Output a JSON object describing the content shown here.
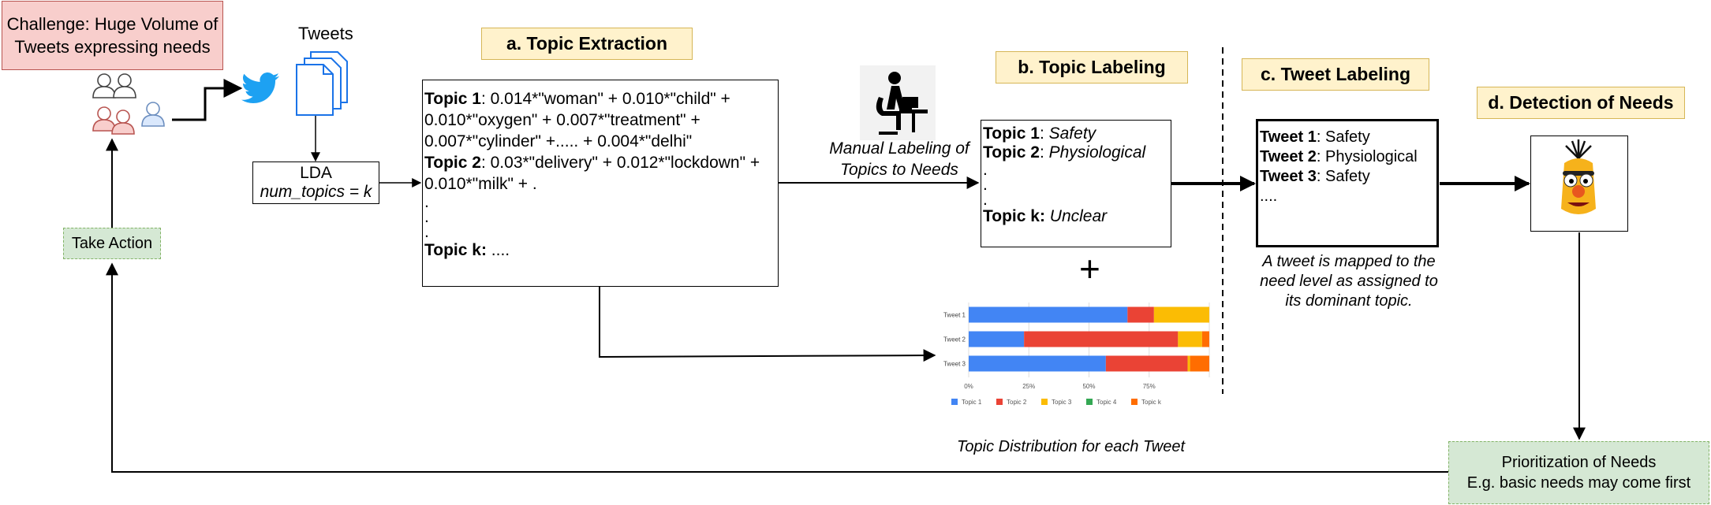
{
  "challenge": {
    "line1": "Challenge: Huge Volume of",
    "line2": "Tweets expressing needs"
  },
  "tweets_label": "Tweets",
  "lda": {
    "title": "LDA",
    "param": "num_topics = k"
  },
  "take_action": "Take Action",
  "stages": {
    "a": "a. Topic Extraction",
    "b": "b. Topic Labeling",
    "c": "c. Tweet Labeling",
    "d": "d. Detection of Needs"
  },
  "topic_extraction": {
    "lines": [
      {
        "bold": "Topic 1",
        "text": ":  0.014*\"woman\" + 0.010*\"child\" +"
      },
      {
        "bold": "",
        "text": "0.010*\"oxygen\" + 0.007*\"treatment\" +"
      },
      {
        "bold": "",
        "text": "0.007*\"cylinder\" +..... + 0.004*\"delhi\""
      },
      {
        "bold": "Topic 2",
        "text": ": 0.03*\"delivery\" + 0.012*\"lockdown\" +"
      },
      {
        "bold": "",
        "text": "0.010*\"milk\" + ."
      },
      {
        "bold": "",
        "text": "."
      },
      {
        "bold": "",
        "text": "."
      },
      {
        "bold": "",
        "text": "."
      },
      {
        "bold": "Topic k:",
        "text": " ...."
      }
    ]
  },
  "manual_labeling": {
    "line1": "Manual Labeling of",
    "line2": "Topics to Needs"
  },
  "topic_labeling": {
    "t1_label": "Topic 1",
    "t1_sep": ": ",
    "t1_value": "Safety",
    "t2_label": "Topic 2",
    "t2_sep": ":  ",
    "t2_value": "Physiological",
    "dots": [
      ".",
      ".",
      "."
    ],
    "tk_label": "Topic k:",
    "tk_value": " Unclear"
  },
  "plus": "+",
  "tweet_labeling": {
    "rows": [
      {
        "label": "Tweet 1",
        "value": ": Safety"
      },
      {
        "label": "Tweet 2",
        "value": ": Physiological"
      },
      {
        "label": "Tweet 3",
        "value": ": Safety"
      }
    ],
    "more": "...."
  },
  "mapping_note": {
    "line1": "A tweet is mapped to the",
    "line2": "need level as assigned to",
    "line3": "its dominant topic."
  },
  "distribution_caption": "Topic Distribution for each Tweet",
  "prioritization": {
    "line1": "Prioritization of Needs",
    "line2": "E.g. basic needs may come first"
  },
  "colors": {
    "challenge_fill": "#f8cecc",
    "stage_fill": "#fff2cc",
    "action_fill": "#d5e8d4",
    "twitter_blue": "#1da1f2"
  },
  "chart_data": {
    "type": "bar",
    "orientation": "horizontal",
    "stacked": "percent",
    "categories": [
      "Tweet 1",
      "Tweet 2",
      "Tweet 3"
    ],
    "series": [
      {
        "name": "Topic 1",
        "color": "#4285f4",
        "values": [
          66,
          23,
          57
        ]
      },
      {
        "name": "Topic 2",
        "color": "#ea4335",
        "values": [
          11,
          64,
          34
        ]
      },
      {
        "name": "Topic 3",
        "color": "#fbbc04",
        "values": [
          23,
          10,
          1
        ]
      },
      {
        "name": "Topic 4",
        "color": "#34a853",
        "values": [
          0,
          0,
          0
        ]
      },
      {
        "name": "Topic k",
        "color": "#ff6d01",
        "values": [
          0,
          3,
          8
        ]
      }
    ],
    "xticks": [
      "0%",
      "25%",
      "50%",
      "75%"
    ],
    "xlim": [
      0,
      100
    ],
    "legend_position": "bottom"
  }
}
